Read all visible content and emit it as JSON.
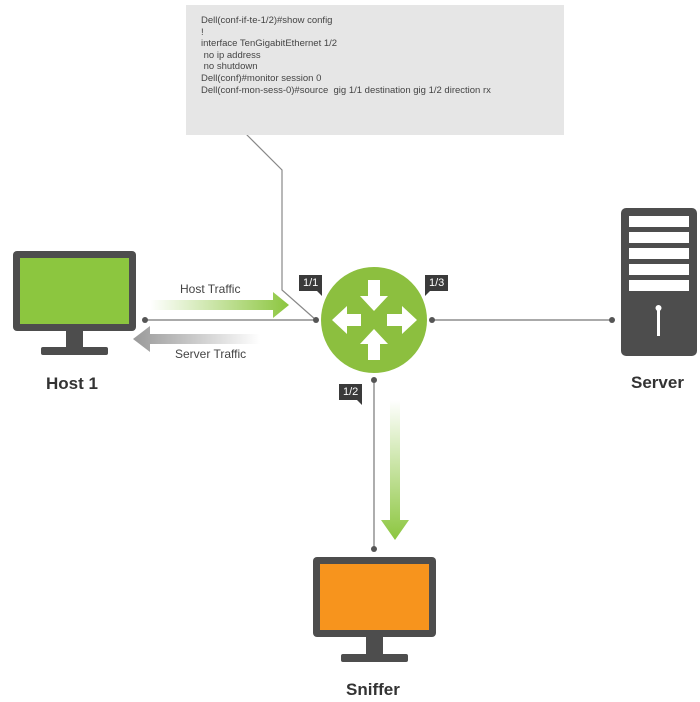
{
  "config": {
    "lines": [
      "Dell(conf-if-te-1/2)#show config",
      "!",
      "interface TenGigabitEthernet 1/2",
      " no ip address",
      " no shutdown",
      "Dell(conf)#monitor session 0",
      "Dell(conf-mon-sess-0)#source  gig 1/1 destination gig 1/2 direction rx"
    ]
  },
  "ports": {
    "p11": "1/1",
    "p13": "1/3",
    "p12": "1/2"
  },
  "traffic": {
    "host": "Host Traffic",
    "server": "Server Traffic"
  },
  "devices": {
    "host": "Host 1",
    "server": "Server",
    "sniffer": "Sniffer"
  },
  "colors": {
    "router_green": "#8cbf3f",
    "traffic_green": "#8cc63f",
    "traffic_gray": "#999999",
    "host_screen": "#8cc63f",
    "sniffer_screen": "#f7941d",
    "device_dark": "#4d4d4d",
    "config_bg": "#e6e6e6"
  },
  "icons": {
    "host": "monitor-icon",
    "server": "server-tower-icon",
    "sniffer": "monitor-icon",
    "router": "router-icon"
  }
}
